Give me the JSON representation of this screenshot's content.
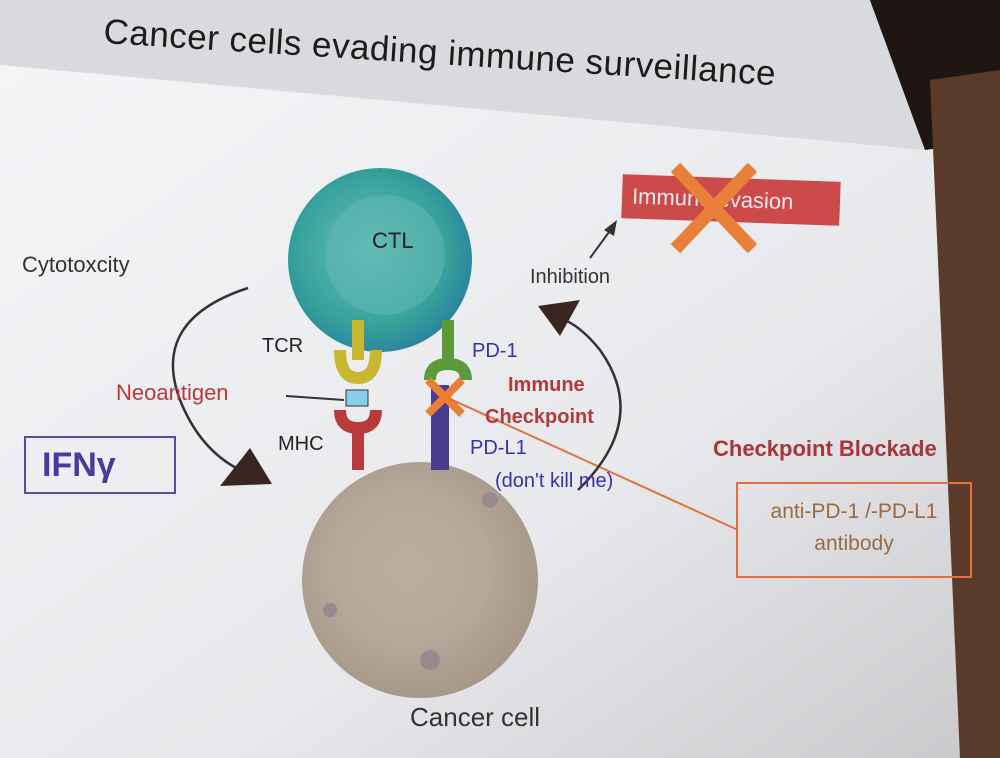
{
  "slide": {
    "title": "Cancer cells evading immune surveillance",
    "labels": {
      "cytotoxicity": "Cytotoxcity",
      "ctl": "CTL",
      "tcr": "TCR",
      "neoantigen": "Neoantigen",
      "mhc": "MHC",
      "ifn": "IFNγ",
      "pd1": "PD-1",
      "immune_checkpoint_line1": "Immune",
      "immune_checkpoint_line2": "Checkpoint",
      "pdl1": "PD-L1",
      "dont_kill_me": "(don't kill me)",
      "inhibition": "Inhibition",
      "immune_evasion": "Immune evasion",
      "checkpoint_blockade": "Checkpoint Blockade",
      "antibody_line1": "anti-PD-1 /-PD-L1",
      "antibody_line2": "antibody",
      "cancer_cell": "Cancer cell"
    },
    "colors": {
      "ctl": "#3aa6a0",
      "cancer": "#b8aa9a",
      "blockade": "#e8803a",
      "evasion": "#cc4a4a"
    }
  }
}
